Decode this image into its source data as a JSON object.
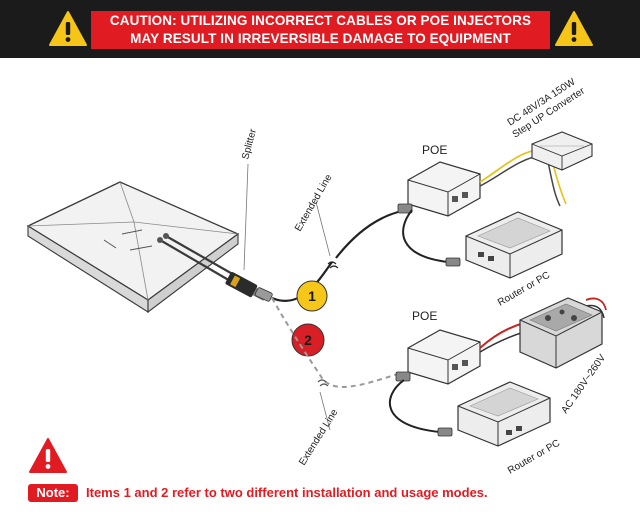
{
  "banner": {
    "line1": "CAUTION: UTILIZING INCORRECT CABLES OR POE INJECTORS",
    "line2": "MAY RESULT IN IRREVERSIBLE DAMAGE TO EQUIPMENT",
    "icon_left": "warning-triangle-icon",
    "icon_right": "warning-triangle-icon"
  },
  "labels": {
    "splitter": "Splitter",
    "extended_line_top": "Extended Line",
    "poe_top": "POE",
    "converter_line1": "DC 48V/3A 150W",
    "converter_line2": "Step UP Converter",
    "router_top": "Router or PC",
    "poe_bottom": "POE",
    "ac_range": "AC 180V~260V",
    "extended_line_bottom": "Extended Line",
    "router_bottom": "Router or PC"
  },
  "markers": {
    "one": "1",
    "two": "2"
  },
  "note": {
    "badge": "Note:",
    "text": "Items 1 and 2 refer to two different installation and usage modes.",
    "icon": "warning-triangle-icon"
  },
  "colors": {
    "banner_bg": "#1b1b1b",
    "banner_box": "#e01b22",
    "warning_yellow": "#f5c518",
    "marker_one": "#f6c619",
    "marker_two": "#d81f26",
    "note_red": "#e01b22",
    "wire_yellow": "#e7c21a",
    "wire_red": "#c8241f"
  }
}
